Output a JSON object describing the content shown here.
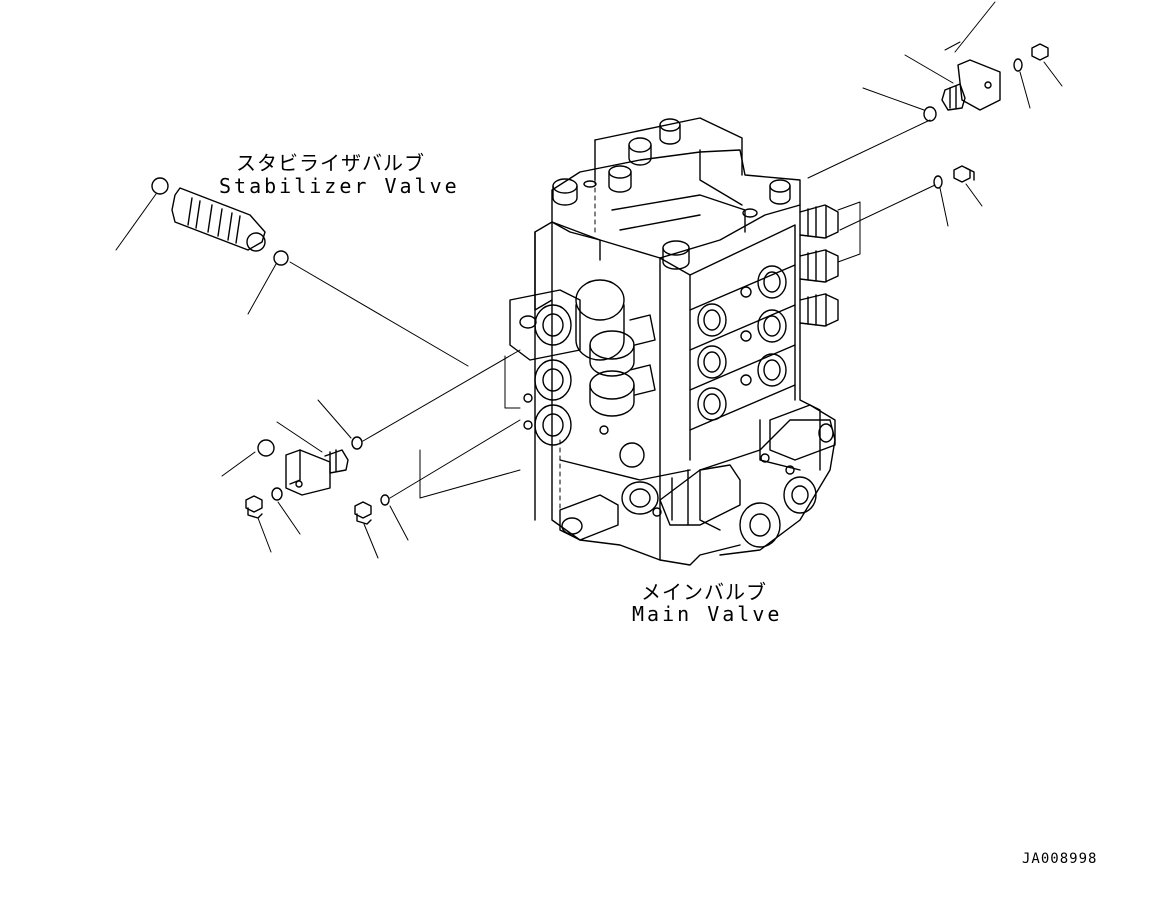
{
  "labels": {
    "stabilizer_jp": "スタビライザバルブ",
    "stabilizer_en": "Stabilizer Valve",
    "main_jp": "メインバルブ",
    "main_en": "Main Valve",
    "drawing_code": "JA008998"
  }
}
